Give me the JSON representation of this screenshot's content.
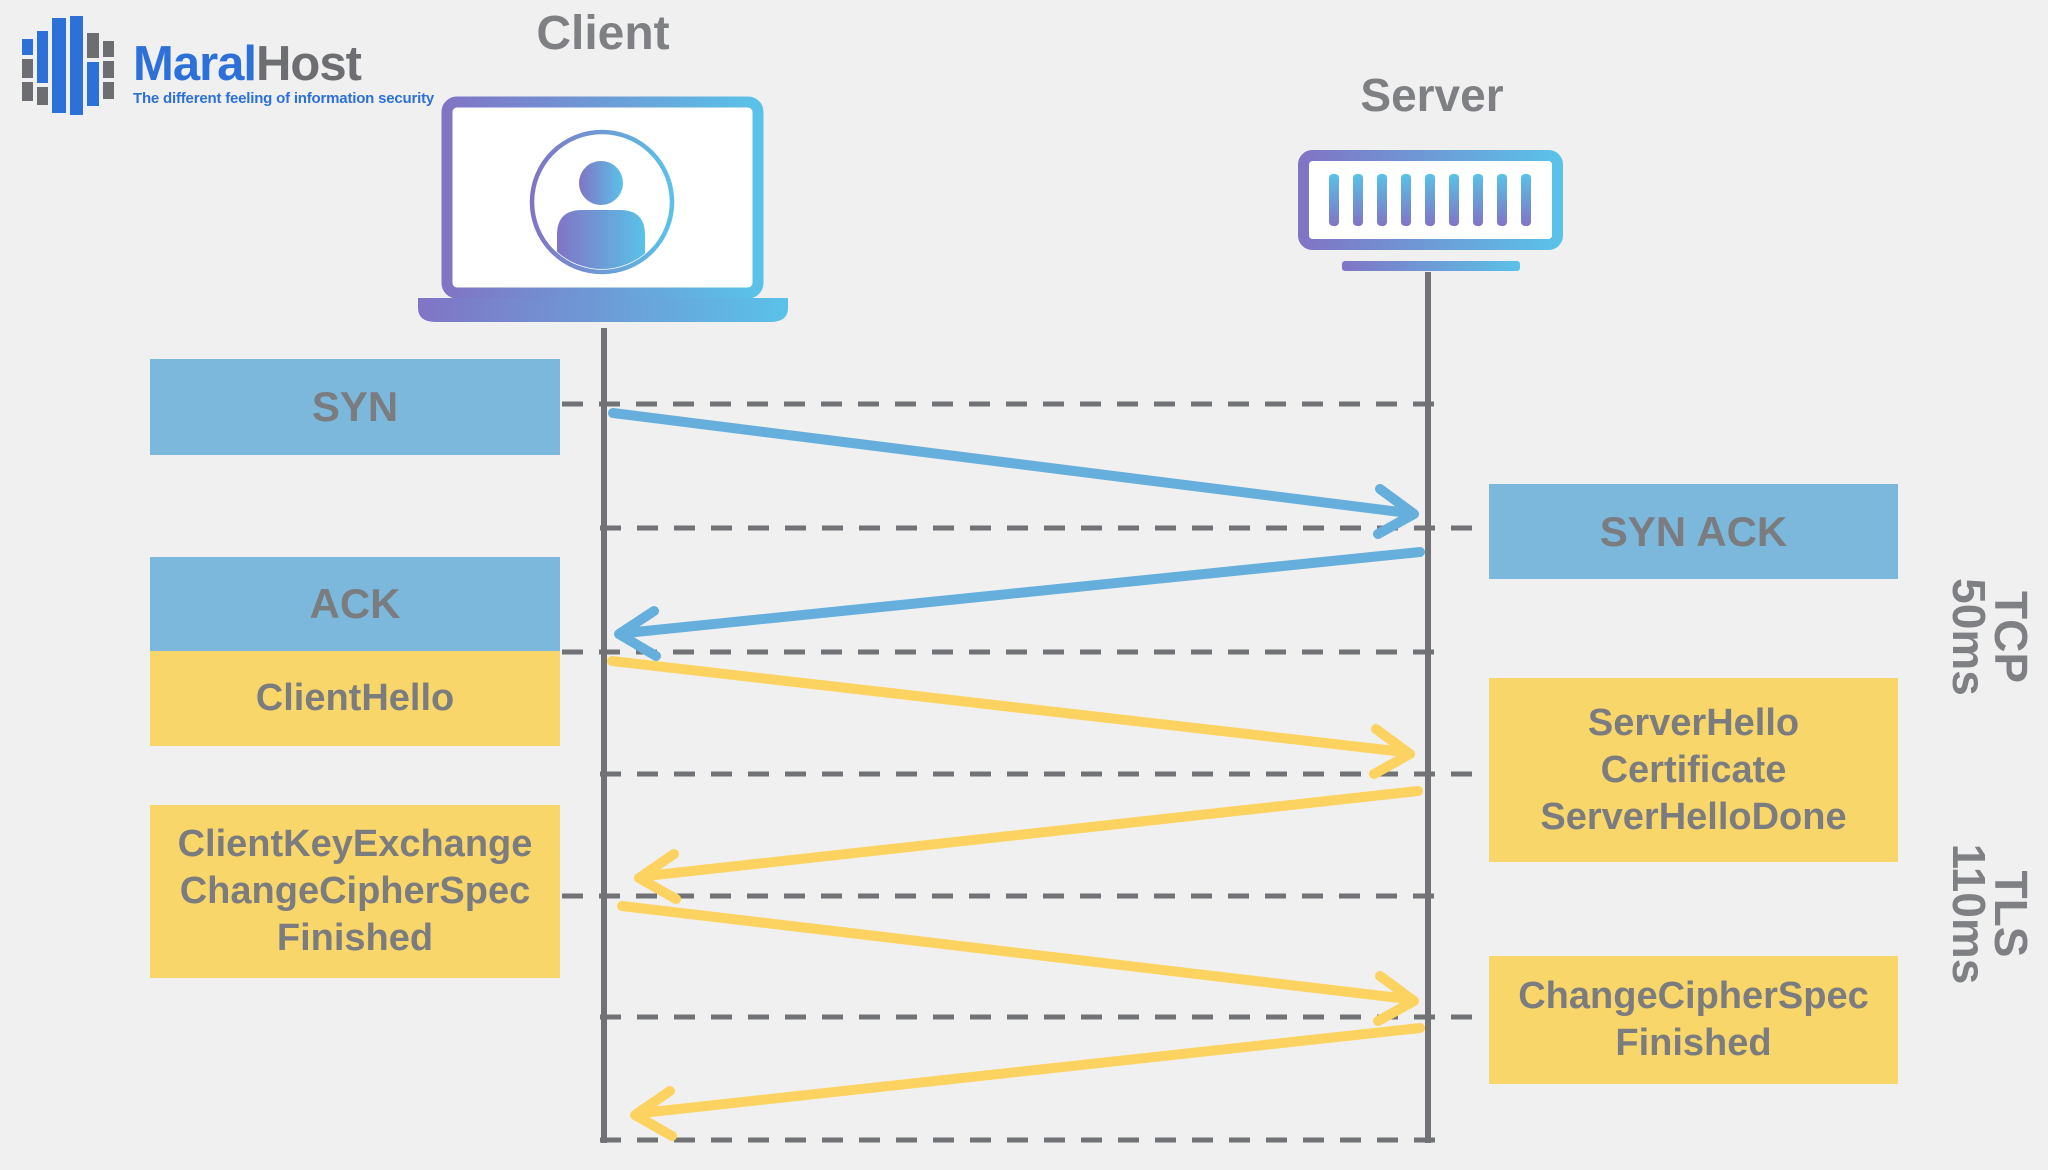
{
  "brand": {
    "name_primary": "Maral",
    "name_secondary": "Host",
    "tagline": "The different feeling of information security"
  },
  "actors": {
    "client": {
      "label": "Client"
    },
    "server": {
      "label": "Server"
    }
  },
  "phases": {
    "tcp": {
      "name": "TCP",
      "duration": "50ms"
    },
    "tls": {
      "name": "TLS",
      "duration": "110ms"
    }
  },
  "messages": {
    "syn": {
      "label": "SYN",
      "protocol": "TCP",
      "from": "client",
      "to": "server"
    },
    "syn_ack": {
      "label": "SYN ACK",
      "protocol": "TCP",
      "from": "server",
      "to": "client"
    },
    "ack": {
      "label": "ACK",
      "protocol": "TCP",
      "from": "client",
      "to": "server"
    },
    "client_hello": {
      "label": "ClientHello",
      "protocol": "TLS",
      "from": "client",
      "to": "server"
    },
    "server_hello": {
      "lines": [
        "ServerHello",
        "Certificate",
        "ServerHelloDone"
      ],
      "protocol": "TLS",
      "from": "server",
      "to": "client"
    },
    "client_key_exchange": {
      "lines": [
        "ClientKeyExchange",
        "ChangeCipherSpec",
        "Finished"
      ],
      "protocol": "TLS",
      "from": "client",
      "to": "server"
    },
    "change_cipher_spec": {
      "lines": [
        "ChangeCipherSpec",
        "Finished"
      ],
      "protocol": "TLS",
      "from": "server",
      "to": "client"
    }
  },
  "colors": {
    "background": "#f0f0f0",
    "tcp_box": "#7cb8dc",
    "tls_box": "#f9d669",
    "tcp_arrow": "#66afdd",
    "tls_arrow": "#fcd360",
    "line_gray": "#717275",
    "box_text": "#7b7c80",
    "label_text": "#7f8084",
    "brand_blue": "#2c70d8",
    "brand_gray": "#6d6e71",
    "gradient_start": "#8074c5",
    "gradient_end": "#5ac2e8"
  }
}
